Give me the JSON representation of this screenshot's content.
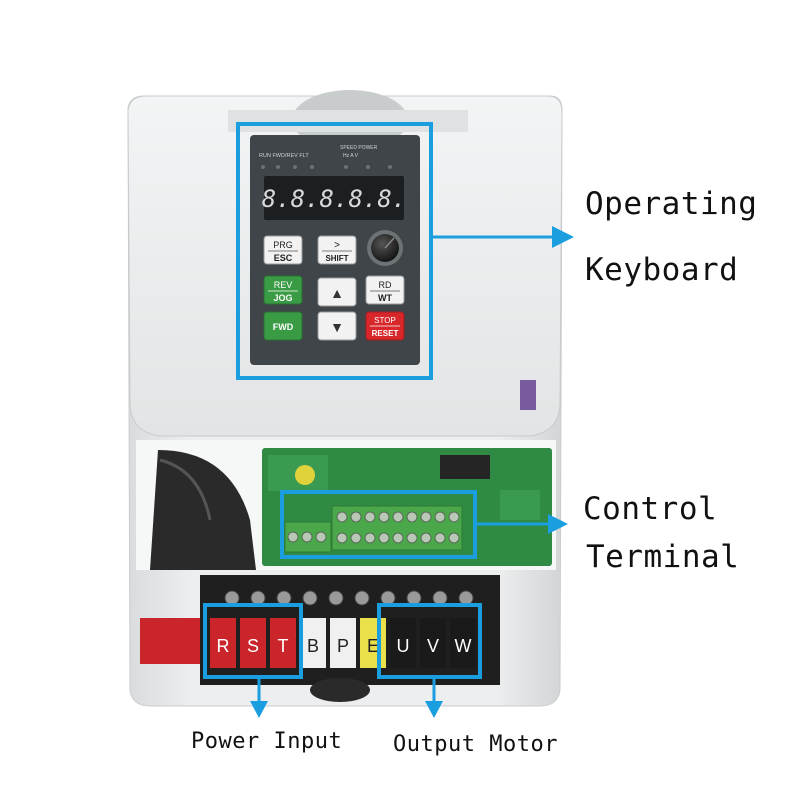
{
  "callouts": {
    "operating_keyboard_line1": "Operating",
    "operating_keyboard_line2": "Keyboard",
    "control_terminal_line1": "Control",
    "control_terminal_line2": "Terminal",
    "power_input": "Power Input",
    "output_motor": "Output Motor"
  },
  "keypad": {
    "indicator_labels": "RUN FWD/REV  FLT",
    "indicator_labels_right": "SPEED POWER",
    "unit_labels": "Hz   A    V",
    "display_value": "8.8.8.8.8.",
    "prg_top": "PRG",
    "prg_bottom": "ESC",
    "shift_top": ">",
    "shift_bottom": "SHIFT",
    "rev_top": "REV",
    "rev_bottom": "JOG",
    "rd_top": "RD",
    "rd_bottom": "WT",
    "fwd": "FWD",
    "stop_top": "STOP",
    "stop_bottom": "RESET",
    "up_arrow": "▲",
    "down_arrow": "▼"
  },
  "terminal_letters": [
    "R",
    "S",
    "T",
    "B",
    "P",
    "E",
    "U",
    "V",
    "W"
  ],
  "colors": {
    "callout_blue": "#1a9ee0",
    "housing_gray": "#e7e9ea",
    "keypad_dark": "#3f4549",
    "pcb_green": "#2f8a44",
    "terminal_green": "#4aa84a",
    "red_terminal": "#d8272b"
  }
}
